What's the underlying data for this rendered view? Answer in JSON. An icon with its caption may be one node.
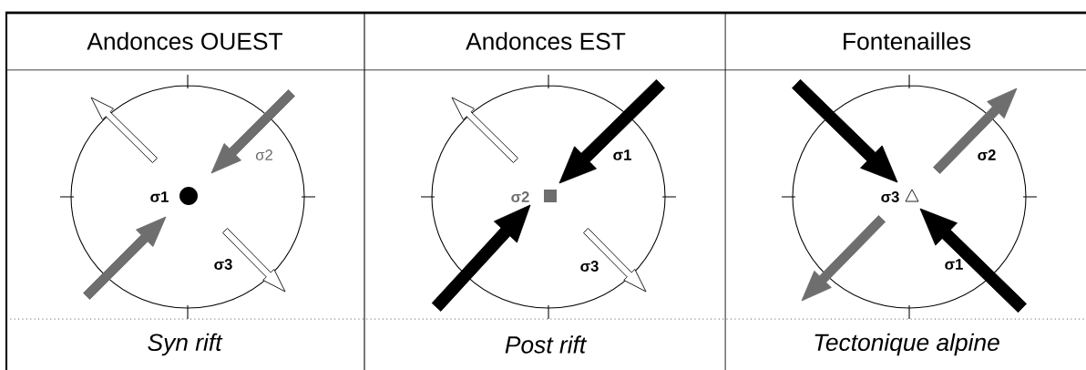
{
  "diagram": {
    "labels": [
      "Andonces OUEST",
      "Andonces EST",
      "Fontenailles",
      "σ2",
      "σ1",
      "σ3",
      "σ1",
      "σ2",
      "σ3",
      "σ2",
      "σ3",
      "σ1",
      "*Syn rift*",
      "*Post rift*",
      "*Tectonique alpine*"
    ]
  }
}
